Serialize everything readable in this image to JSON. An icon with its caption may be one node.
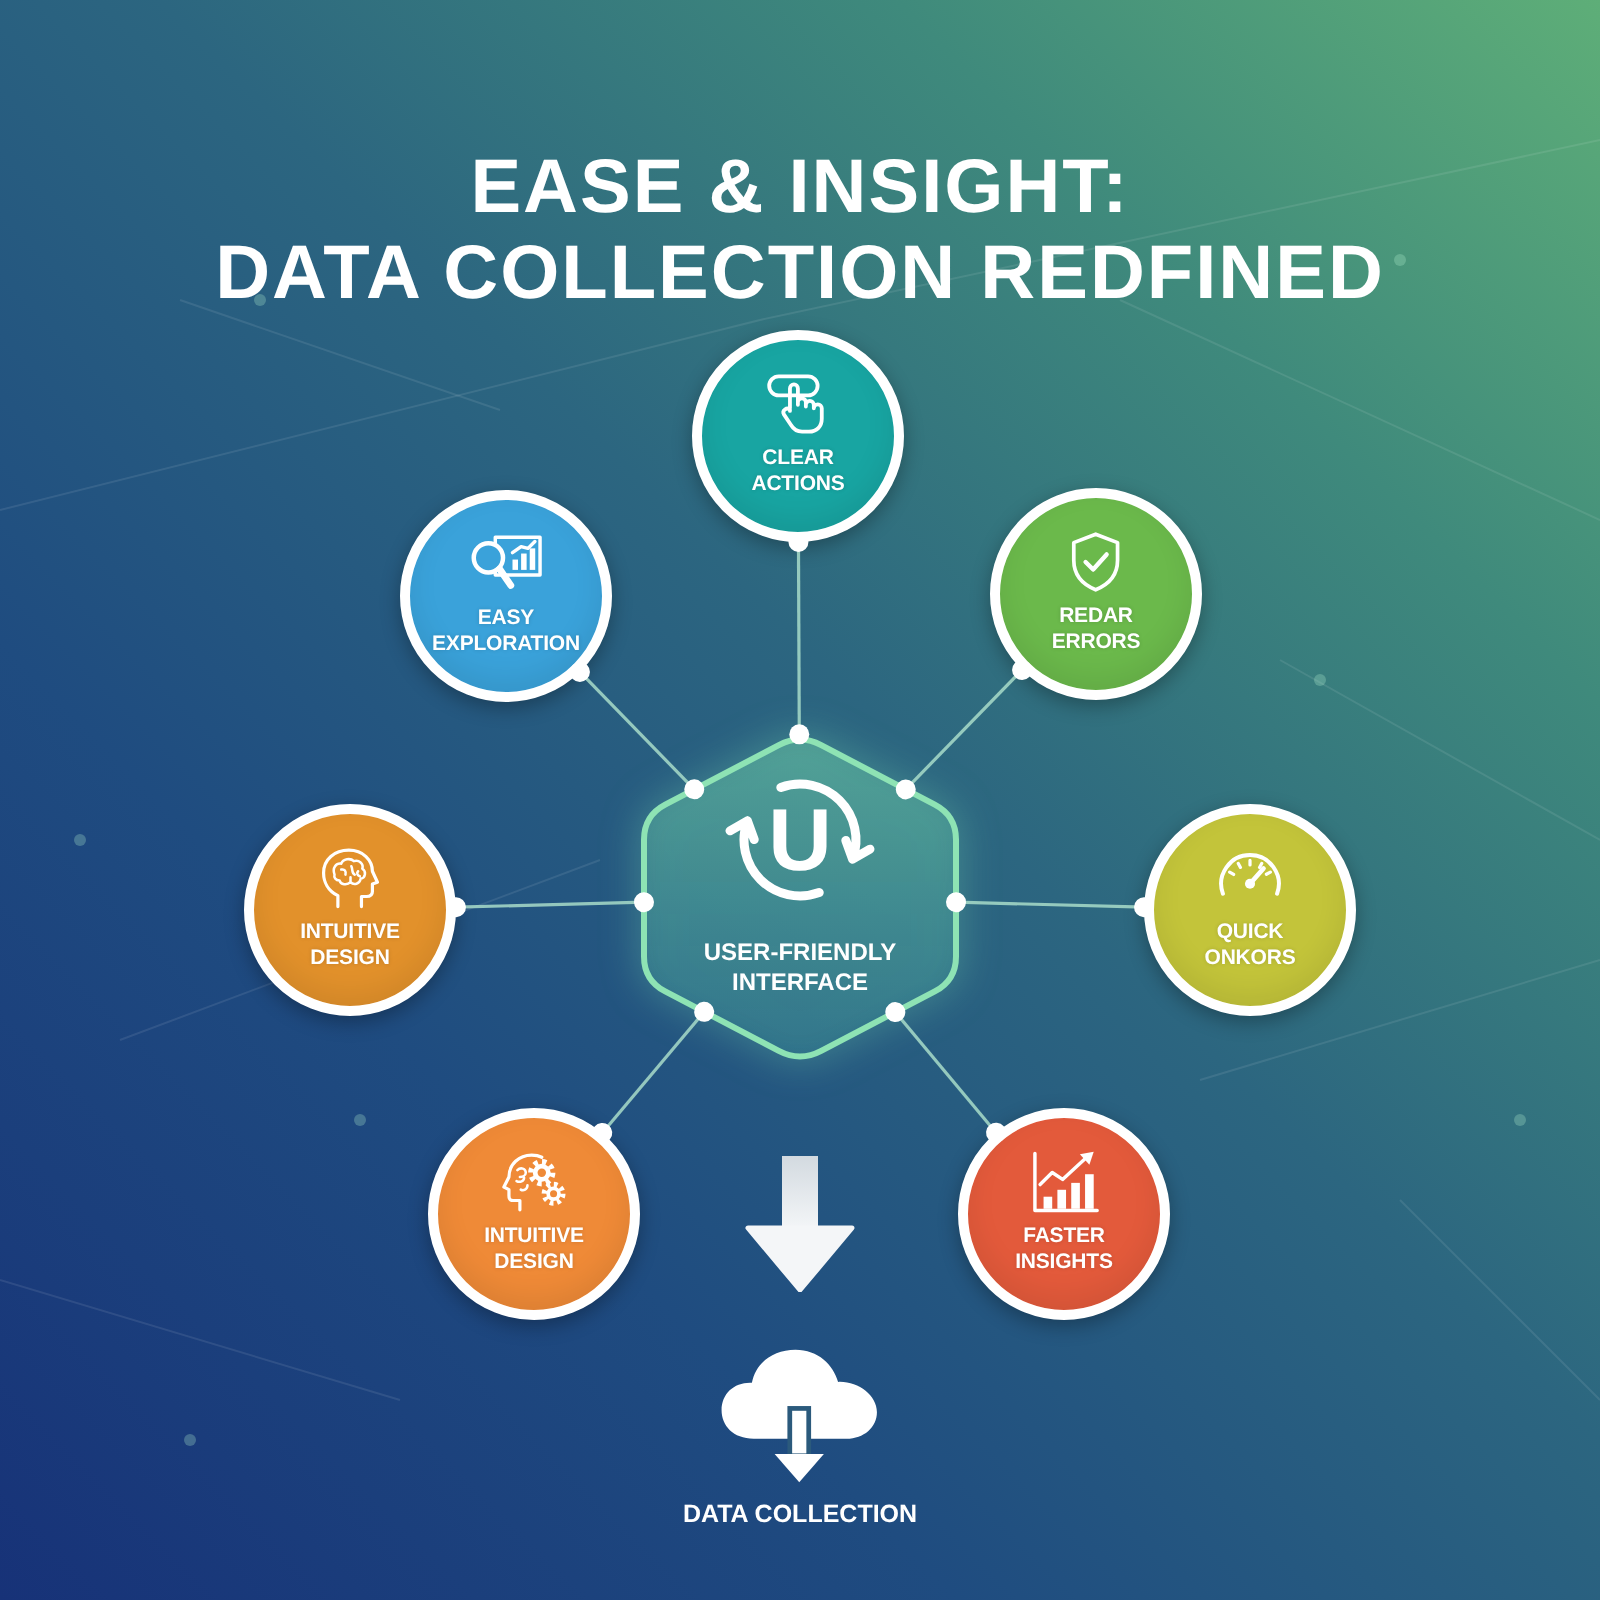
{
  "diagram": {
    "title": "EASE & INSIGHT: DATA COLLECTION REDFINED",
    "nodes": [
      {
        "text": [
          "CLEAR ACTIONS"
        ]
      },
      {
        "text": [
          "EASY EXPLORATION"
        ]
      },
      {
        "text": [
          "REDAR ERRORS"
        ]
      },
      {
        "text": [
          "INTUITIVE DESIGN"
        ]
      },
      {
        "text": [
          "U",
          "USER-FRIENDLY INTERFACE"
        ]
      },
      {
        "text": [
          "QUICK ONKORS"
        ]
      },
      {
        "text": [
          "INTUITIVE DESIGN"
        ]
      },
      {
        "text": [
          "FASTER INSIGHTS"
        ]
      },
      {
        "text": [
          "DATA COLLECTION"
        ]
      }
    ],
    "edges": [
      {
        "from": 4,
        "to": 0,
        "arrow": "other"
      },
      {
        "from": 4,
        "to": 1,
        "arrow": "other"
      },
      {
        "from": 4,
        "to": 2,
        "arrow": "other"
      },
      {
        "from": 4,
        "to": 3,
        "arrow": "other"
      },
      {
        "from": 4,
        "to": 5,
        "arrow": "other"
      },
      {
        "from": 4,
        "to": 6,
        "arrow": "other"
      },
      {
        "from": 4,
        "to": 7,
        "arrow": "other"
      },
      {
        "from": 4,
        "to": 8,
        "arrow": "to",
        "style": "thick",
        "color": "#f4f6f8"
      }
    ]
  }
}
